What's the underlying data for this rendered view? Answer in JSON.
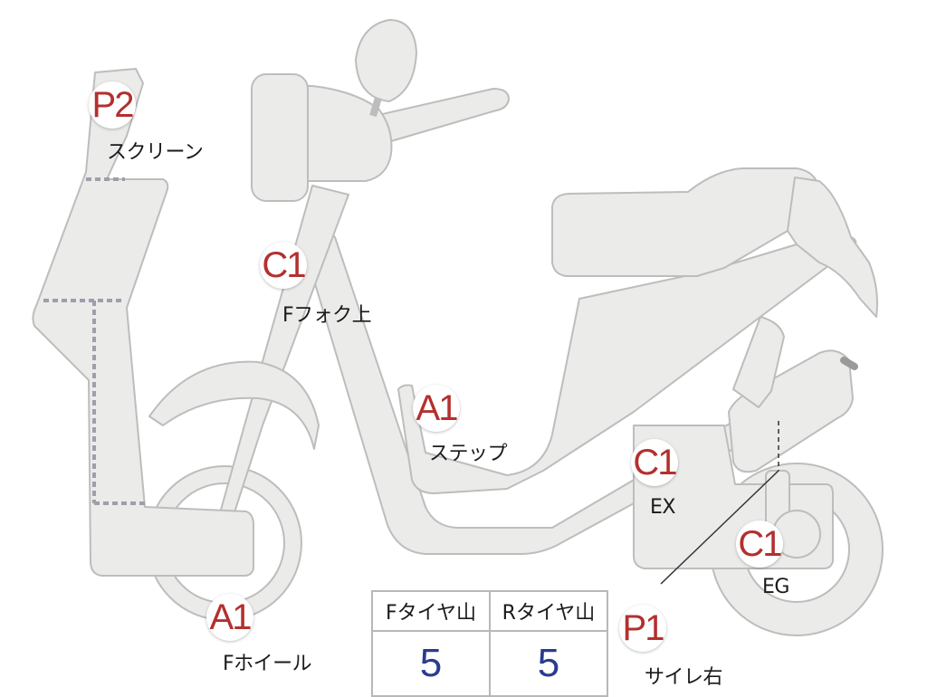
{
  "markers": {
    "screen": {
      "code": "P2",
      "label": "スクリーン"
    },
    "front_fork": {
      "code": "C1",
      "label": "Fフォク上"
    },
    "step": {
      "code": "A1",
      "label": "ステップ"
    },
    "exhaust": {
      "code": "C1",
      "label": "EX"
    },
    "engine": {
      "code": "C1",
      "label": "EG"
    },
    "front_wheel": {
      "code": "A1",
      "label": "Fホイール"
    },
    "silencer": {
      "code": "P1",
      "label": "サイレ右"
    }
  },
  "tread_table": {
    "front_header": "Fタイヤ山",
    "rear_header": "Rタイヤ山",
    "front_value": "5",
    "rear_value": "5"
  },
  "colors": {
    "body_fill": "#ebebea",
    "body_stroke": "#bdbdbd",
    "marker_text": "#b3302e",
    "value_text": "#2b3b8f"
  }
}
